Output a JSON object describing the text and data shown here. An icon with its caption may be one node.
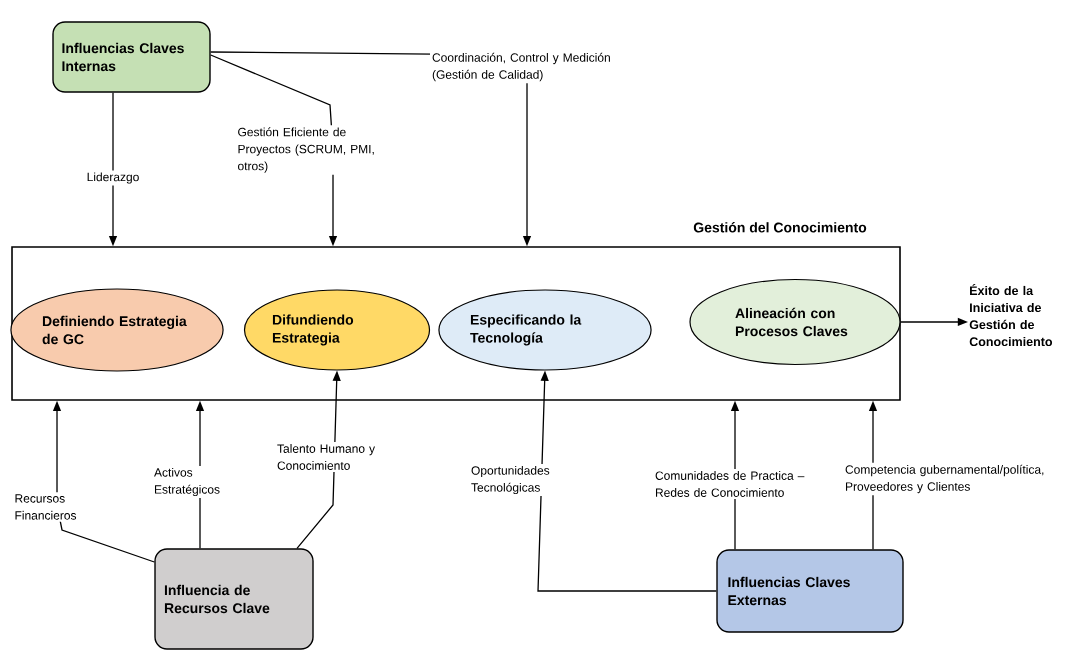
{
  "diagram": {
    "nodes": [
      {
        "text": [
          "Influencias Claves Internas"
        ]
      },
      {
        "text": [
          "Gestión del Conocimiento"
        ]
      },
      {
        "text": [
          "Definiendo Estrategia de GC"
        ],
        "in": 1
      },
      {
        "text": [
          "Difundiendo Estrategia"
        ],
        "in": 1
      },
      {
        "text": [
          "Especificando la Tecnología"
        ],
        "in": 1
      },
      {
        "text": [
          "Alineación con Procesos Claves"
        ],
        "in": 1
      },
      {
        "text": [
          "Éxito de la Iniciativa de Gestión de Conocimiento"
        ]
      },
      {
        "text": [
          "Influencia de Recursos Clave"
        ]
      },
      {
        "text": [
          "Influencias Claves Externas"
        ]
      }
    ],
    "edges": [
      {
        "from": 0,
        "to": 1,
        "arrow": "to",
        "label": "Liderazgo"
      },
      {
        "from": 0,
        "to": 1,
        "arrow": "to",
        "label": "Gestión Eficiente de Proyectos (SCRUM, PMI, otros)"
      },
      {
        "from": 0,
        "to": 1,
        "arrow": "to",
        "label": "Coordinación, Control y Medición (Gestión de Calidad)"
      },
      {
        "from": 1,
        "to": 6,
        "arrow": "to"
      },
      {
        "from": 7,
        "to": 1,
        "arrow": "to",
        "label": "Recursos Financieros"
      },
      {
        "from": 7,
        "to": 1,
        "arrow": "to",
        "label": "Activos Estratégicos"
      },
      {
        "from": 7,
        "to": 3,
        "arrow": "to",
        "label": "Talento Humano y Conocimiento"
      },
      {
        "from": 8,
        "to": 4,
        "arrow": "to",
        "label": "Oportunidades Tecnológicas"
      },
      {
        "from": 8,
        "to": 1,
        "arrow": "to",
        "label": "Comunidades de Practica – Redes de Conocimiento"
      },
      {
        "from": 8,
        "to": 1,
        "arrow": "to",
        "label": "Competencia gubernamental/política, Proveedores y Clientes"
      }
    ]
  }
}
